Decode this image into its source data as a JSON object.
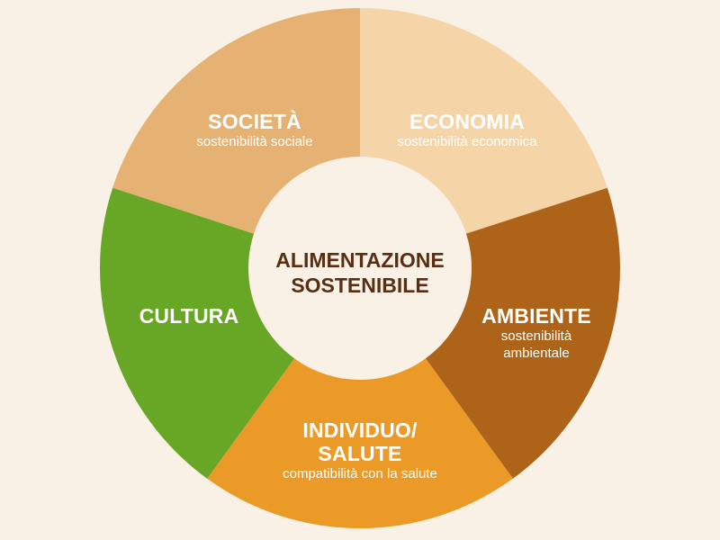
{
  "diagram": {
    "center": {
      "line1": "ALIMENTAZIONE",
      "line2": "SOSTENIBILE",
      "color": "#5a2e12"
    },
    "segments": [
      {
        "id": "economia",
        "title": "ECONOMIA",
        "subtitle": "sostenibilità economica",
        "color": "#f5d4a8"
      },
      {
        "id": "ambiente",
        "title": "AMBIENTE",
        "subtitle_line1": "sostenibilità",
        "subtitle_line2": "ambientale",
        "color": "#ad6418"
      },
      {
        "id": "individuo",
        "title_line1": "INDIVIDUO/",
        "title_line2": "SALUTE",
        "subtitle": "compatibilità con la salute",
        "color": "#eb9a28"
      },
      {
        "id": "cultura",
        "title": "CULTURA",
        "color": "#68a626"
      },
      {
        "id": "societa",
        "title": "SOCIETÀ",
        "subtitle": "sostenibilità sociale",
        "color": "#e6b274"
      }
    ],
    "background": "#f9f1e5"
  }
}
